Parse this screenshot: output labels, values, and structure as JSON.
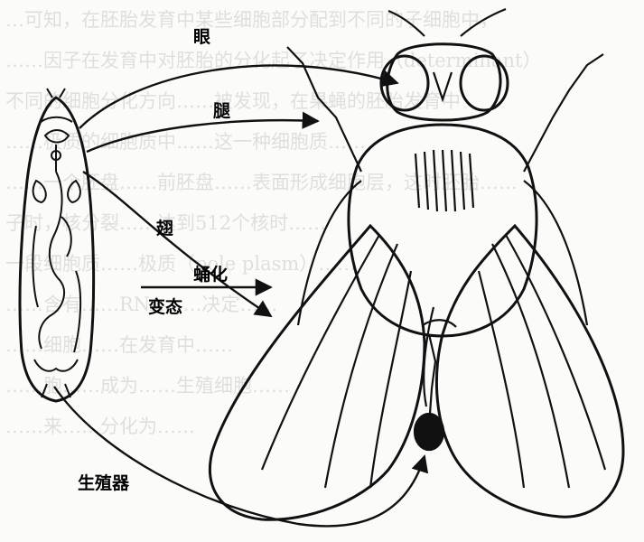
{
  "labels": {
    "eye": "眼",
    "leg": "腿",
    "wing": "翅",
    "pupation": "蛹化",
    "metamorphosis": "变态",
    "genitalia": "生殖器"
  },
  "background_text": [
    "…可知，在胚胎发育中某些细胞部分配到不同的子细胞中，",
    "……因子在发育中对胚胎的分化起了决定作用（determinant）",
    "不同的细胞分化方向……被发现，在果蝇的胚胎发育中",
    "……极质的细胞质中……这一种细胞质……",
    "……一个胚盘……前胚盘……表面形成细胞层，这时胚胎……",
    "子时，核分裂……达到512个核时……",
    "一段细胞质……极质（pole plasm）……",
    "……含有……RNA……决定……",
    "……细胞……在发育中……",
    "……胞……成为……生殖细胞……",
    "……来……分化为……"
  ],
  "colors": {
    "ink": "#111111",
    "paper": "#fbfbf9"
  }
}
